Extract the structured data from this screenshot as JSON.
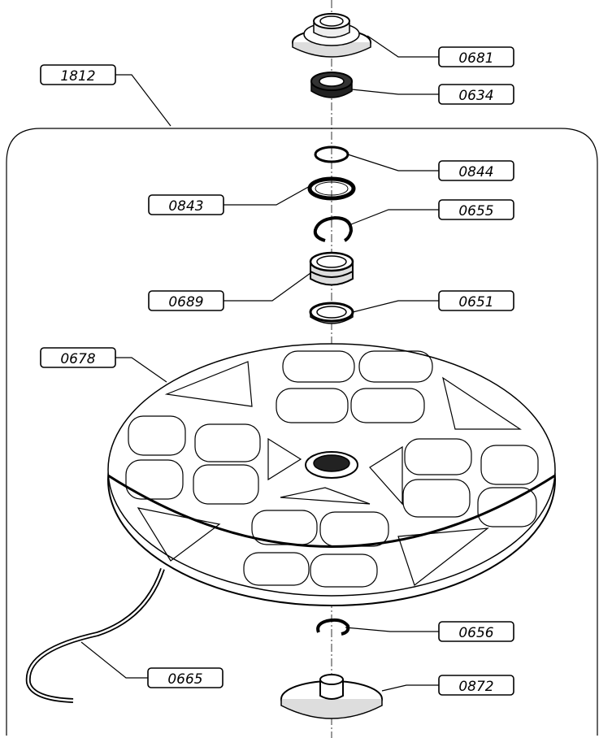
{
  "labels": {
    "assembly": "1812",
    "nut_cap": "0681",
    "bearing": "0634",
    "oring_small": "0844",
    "washer": "0843",
    "snap_ring": "0655",
    "bushing": "0689",
    "spacer_ring": "0651",
    "disc_plate": "0678",
    "lower_clip": "0656",
    "hose": "0665",
    "bottom_hub": "0872"
  }
}
